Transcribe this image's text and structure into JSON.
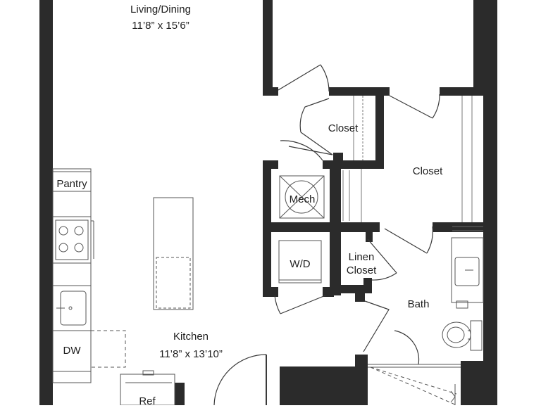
{
  "rooms": {
    "living": {
      "name": "Living/Dining",
      "dims": "11’8” x 15’6”"
    },
    "kitchen": {
      "name": "Kitchen",
      "dims": "11’8” x 13’10”"
    },
    "closet_upper": {
      "name": "Closet"
    },
    "closet_right": {
      "name": "Closet"
    },
    "linen": {
      "line1": "Linen",
      "line2": "Closet"
    },
    "bath": {
      "name": "Bath"
    }
  },
  "fixtures": {
    "pantry": "Pantry",
    "mech": "Mech",
    "wd": "W/D",
    "dw": "DW",
    "ref": "Ref"
  },
  "colors": {
    "wall": "#2b2b2b",
    "line": "#3a3a3a",
    "fixture_line": "#555555"
  }
}
